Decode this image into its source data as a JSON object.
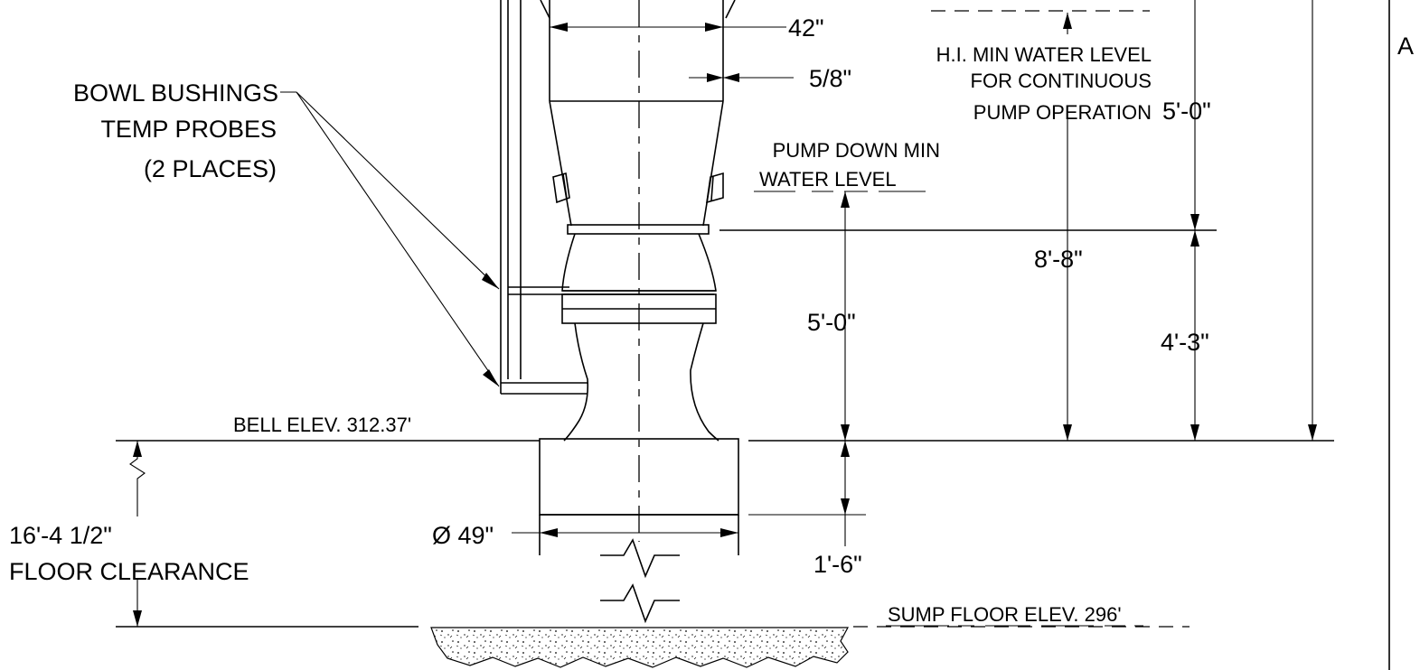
{
  "labels": {
    "bowl_bushings": "BOWL BUSHINGS",
    "temp_probes": "TEMP PROBES",
    "two_places": "(2 PLACES)",
    "dim_42": "42\"",
    "dim_5_8": "5/8\"",
    "hi_min_line1": "H.I. MIN WATER LEVEL",
    "hi_min_line2": "FOR CONTINUOUS",
    "hi_min_line3": "PUMP OPERATION",
    "dim_5_0_right": "5'-0\"",
    "pump_down_line1": "PUMP DOWN MIN",
    "pump_down_line2": "WATER LEVEL",
    "dim_8_8": "8'-8\"",
    "dim_5_0_center": "5'-0\"",
    "dim_4_3": "4'-3\"",
    "bell_elev": "BELL ELEV. 312.37'",
    "floor_clear_dim": "16'-4 1/2\"",
    "floor_clear_label": "FLOOR CLEARANCE",
    "dia_49": "Ø 49\"",
    "dim_1_6": "1'-6\"",
    "sump_floor": "SUMP FLOOR ELEV. 296'",
    "edge_letter": "A"
  }
}
